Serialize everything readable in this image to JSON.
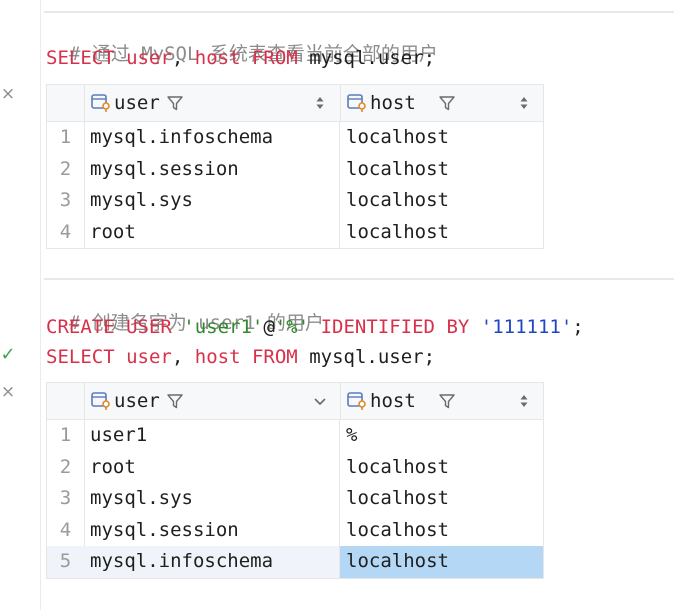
{
  "editor": {
    "block1": {
      "comment": "# 通过 MySQL 系统表查看当前全部的用户",
      "query": {
        "kw_select": "SELECT",
        "col_user": "user",
        "comma": ",",
        "col_host": "host",
        "kw_from": "FROM",
        "table": "mysql.user",
        "semi": ";"
      }
    },
    "block2": {
      "comment": "# 创建名字为 user1 的用户",
      "create": {
        "kw_create_user": "CREATE USER",
        "user_str": "'user1'",
        "at": "@",
        "host_str": "'%'",
        "kw_identified_by": "IDENTIFIED BY",
        "pwd_str": "'111111'",
        "semi": ";"
      },
      "query": {
        "kw_select": "SELECT",
        "col_user": "user",
        "comma": ",",
        "col_host": "host",
        "kw_from": "FROM",
        "table": "mysql.user",
        "semi": ";"
      }
    }
  },
  "gutter": {
    "close_glyph": "×",
    "success_glyph": "✓"
  },
  "result1": {
    "columns": [
      {
        "name": "user"
      },
      {
        "name": "host"
      }
    ],
    "rows": [
      {
        "num": "1",
        "user": "mysql.infoschema",
        "host": "localhost"
      },
      {
        "num": "2",
        "user": "mysql.session",
        "host": "localhost"
      },
      {
        "num": "3",
        "user": "mysql.sys",
        "host": "localhost"
      },
      {
        "num": "4",
        "user": "root",
        "host": "localhost"
      }
    ]
  },
  "result2": {
    "columns": [
      {
        "name": "user"
      },
      {
        "name": "host"
      }
    ],
    "rows": [
      {
        "num": "1",
        "user": "user1",
        "host": "%"
      },
      {
        "num": "2",
        "user": "root",
        "host": "localhost"
      },
      {
        "num": "3",
        "user": "mysql.sys",
        "host": "localhost"
      },
      {
        "num": "4",
        "user": "mysql.session",
        "host": "localhost"
      },
      {
        "num": "5",
        "user": "mysql.infoschema",
        "host": "localhost"
      }
    ],
    "selected_row": "5"
  },
  "colors": {
    "keyword": "#d9304a",
    "string": "#2e8a2e",
    "number": "#1f45c4",
    "comment": "#8c8c8c",
    "selection": "#b3d7f5",
    "success": "#3aa64a"
  }
}
